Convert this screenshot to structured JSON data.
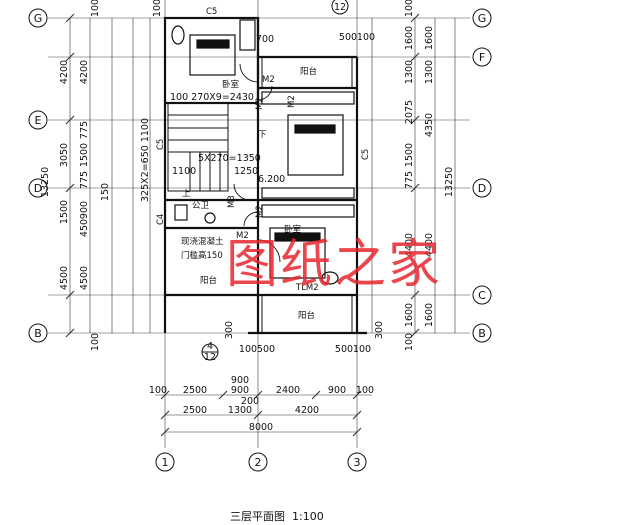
{
  "title": "三层平面图",
  "scale": "1:100",
  "watermark": "图纸之家",
  "axes": {
    "horizontal": [
      "G",
      "F",
      "E",
      "D",
      "C",
      "B"
    ],
    "vertical": [
      "1",
      "2",
      "3"
    ]
  },
  "section_marker": {
    "top": "12",
    "bottom_left_num": "4",
    "bottom_left_den": "12"
  },
  "dimensions": {
    "left_outer": [
      "4200",
      "3050",
      "1500",
      "4500"
    ],
    "left_total": "13250",
    "left_inner": [
      "4200",
      "775",
      "1500",
      "775",
      "900",
      "450",
      "4500"
    ],
    "left_thin": [
      "100",
      "100",
      "100",
      "100",
      "150"
    ],
    "right_outer": [
      "4350",
      "4400"
    ],
    "right_total": "13250",
    "right_inner": [
      "1600",
      "1300",
      "2075",
      "1500",
      "775",
      "4400",
      "1600"
    ],
    "right_inner2": [
      "1600",
      "1300",
      "1600",
      "100",
      "100"
    ],
    "bottom_row1": [
      "100",
      "2500",
      "900",
      "2400",
      "900",
      "100"
    ],
    "bottom_row2": [
      "2500",
      "1300",
      "4200"
    ],
    "bottom_total": "8000",
    "bottom_small": [
      "900",
      "200",
      "100",
      "500",
      "100",
      "500",
      "300",
      "300",
      "100"
    ],
    "top_small": [
      "100",
      "700",
      "500",
      "100"
    ],
    "stair_1": "325X2=650 1100",
    "stair_2": "5X270=1350",
    "stair_3": "100  270X9=2430",
    "stair_4": "1100",
    "stair_5": "1250",
    "level": "6.200"
  },
  "labels": {
    "c5_top": "C5",
    "c5_mid": "C5",
    "c5_right": "C5",
    "c4": "C4",
    "m2": [
      "M2",
      "M2",
      "M2",
      "M2",
      "M2"
    ],
    "m3": "M3",
    "tlm2": "TLM2",
    "bedroom": "卧室",
    "balcony": "阳台",
    "bath": "公卫",
    "down": "下",
    "up": "上",
    "cloak_note_1": "现浇混凝土",
    "cloak_note_2": "门槛高150"
  }
}
